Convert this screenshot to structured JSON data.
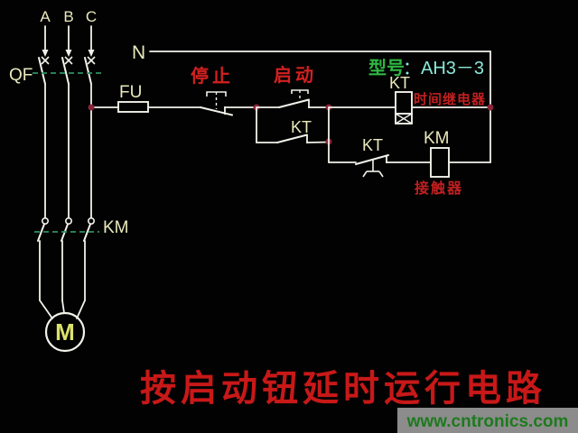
{
  "colors": {
    "background": "#020202",
    "wire": "#f2f2ea",
    "label_yellow": "#e9e9bd",
    "red_text": "#d42020",
    "caption_red": "#c22020",
    "junction_dot": "#8a2438",
    "linkage_dash_green": "#2f8f62",
    "model_label_green": "#2eb842",
    "model_value_cyan": "#8ae8d8",
    "title_red": "#c81818",
    "watermark_bg": "#8c8c8c",
    "watermark_green": "#1e7a1e",
    "motor_letter": "#dce26a"
  },
  "schematic": {
    "phases": [
      "A",
      "B",
      "C"
    ],
    "breaker": "QF",
    "neutral": "N",
    "fuse": "FU",
    "stop_button": "停止",
    "start_button": "启动",
    "model_label": "型号",
    "model_value": "：AH3－3",
    "timer_coil": "KT",
    "timer_caption": "时间继电器",
    "timer_contact": "KT",
    "delay_contact": "KT",
    "contactor_coil": "KM",
    "contactor_caption": "接触器",
    "main_contacts": "KM",
    "motor": "M"
  },
  "title": "按启动钮延时运行电路",
  "watermark": "www.cntronics.com"
}
